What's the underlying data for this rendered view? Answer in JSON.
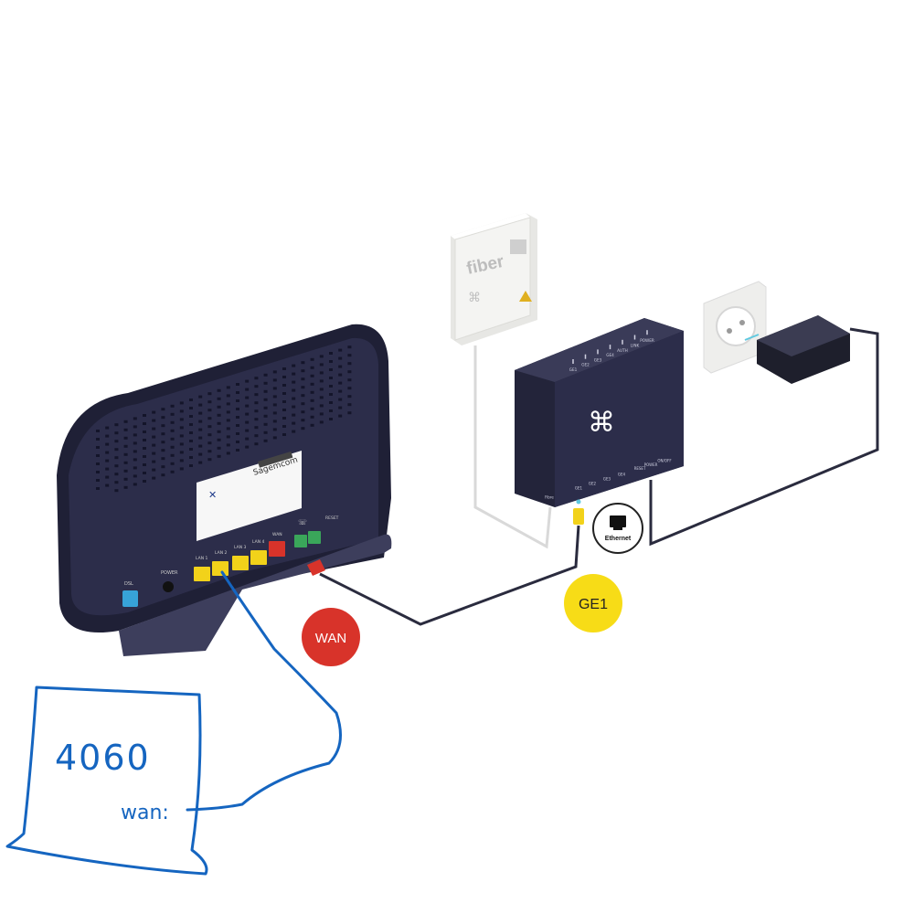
{
  "router": {
    "brand": "Sagemcom",
    "ports": {
      "dsl": "DSL",
      "power": "POWER",
      "lan1": "LAN 1",
      "lan2": "LAN 2",
      "lan3": "LAN 3",
      "lan4": "LAN 4",
      "wan": "WAN",
      "reset": "RESET"
    },
    "colors": {
      "body": "#2c2d4a",
      "lan": "#f2d21a",
      "wan": "#d8332a",
      "tel": "#3aa65a",
      "dsl": "#37a3d8"
    }
  },
  "fiber_box": {
    "label": "fiber",
    "color": "#f4f4f2"
  },
  "ont": {
    "top_leds": [
      "GE1",
      "GE2",
      "GE3",
      "GE4",
      "AUTH",
      "LINK",
      "POWER"
    ],
    "front_ports": [
      "Fibre",
      "GE1",
      "GE2",
      "GE3",
      "GE4",
      "RESET",
      "POWER",
      "ON/OFF"
    ],
    "logo": "⌘",
    "color": "#2c2d4a"
  },
  "badges": {
    "ethernet": {
      "label": "Ethernet",
      "icon": "ethernet-port-icon"
    },
    "wan": {
      "label": "WAN",
      "color": "#d8332a"
    },
    "ge1": {
      "label": "GE1",
      "color": "#f7dc17"
    }
  },
  "annotation": {
    "device": "4060",
    "port": "wan:",
    "color": "#1565c0"
  }
}
